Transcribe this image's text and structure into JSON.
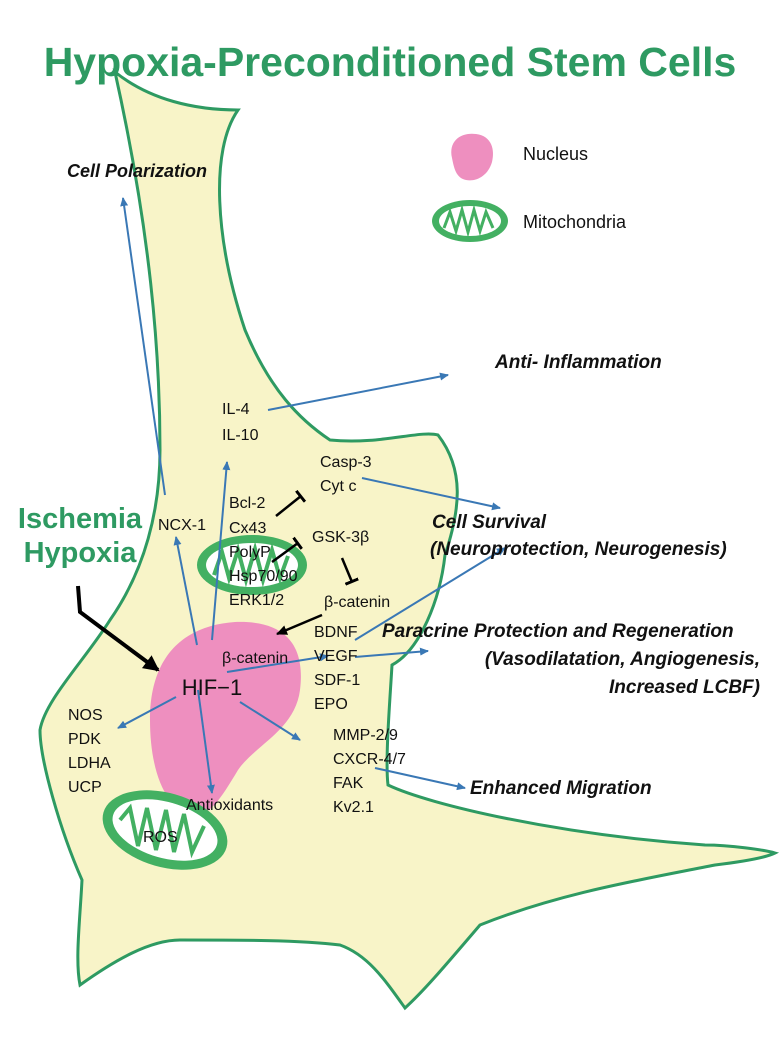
{
  "title": "Hypoxia-Preconditioned Stem Cells",
  "legend": {
    "nucleus": "Nucleus",
    "mitochondria": "Mitochondria"
  },
  "trigger": {
    "line1": "Ischemia",
    "line2": "Hypoxia"
  },
  "outcomes": {
    "cell_polarization": "Cell Polarization",
    "anti_inflammation": "Anti- Inflammation",
    "cell_survival": "Cell Survival",
    "cell_survival_detail": "(Neuroprotection, Neurogenesis)",
    "paracrine": "Paracrine Protection and Regeneration",
    "paracrine_detail1": "(Vasodilatation, Angiogenesis,",
    "paracrine_detail2": "Increased LCBF)",
    "migration": "Enhanced Migration"
  },
  "molecules": {
    "hif1": "HIF−1",
    "il4": "IL-4",
    "il10": "IL-10",
    "casp3": "Casp-3",
    "cytc": "Cyt c",
    "ncx1": "NCX-1",
    "bcl2": "Bcl-2",
    "cx43": "Cx43",
    "polyp": "PolyP",
    "hsp": "Hsp70/90",
    "erk": "ERK1/2",
    "gsk": "GSK-3β",
    "bcat_top": "β-catenin",
    "bcat_nuc": "β-catenin",
    "bdnf": "BDNF",
    "vegf": "VEGF",
    "sdf1": "SDF-1",
    "epo": "EPO",
    "mmp": "MMP-2/9",
    "cxcr": "CXCR-4/7",
    "fak": "FAK",
    "kv": "Kv2.1",
    "nos": "NOS",
    "pdk": "PDK",
    "ldha": "LDHA",
    "ucp": "UCP",
    "antioxidants": "Antioxidants",
    "ros": "ROS"
  },
  "colors": {
    "cell_fill": "#f8f4c8",
    "cell_stroke": "#2e9a62",
    "nucleus": "#ee8fbf",
    "mito": "#43b062",
    "arrow": "#3a78b5",
    "title": "#2e9a62"
  }
}
